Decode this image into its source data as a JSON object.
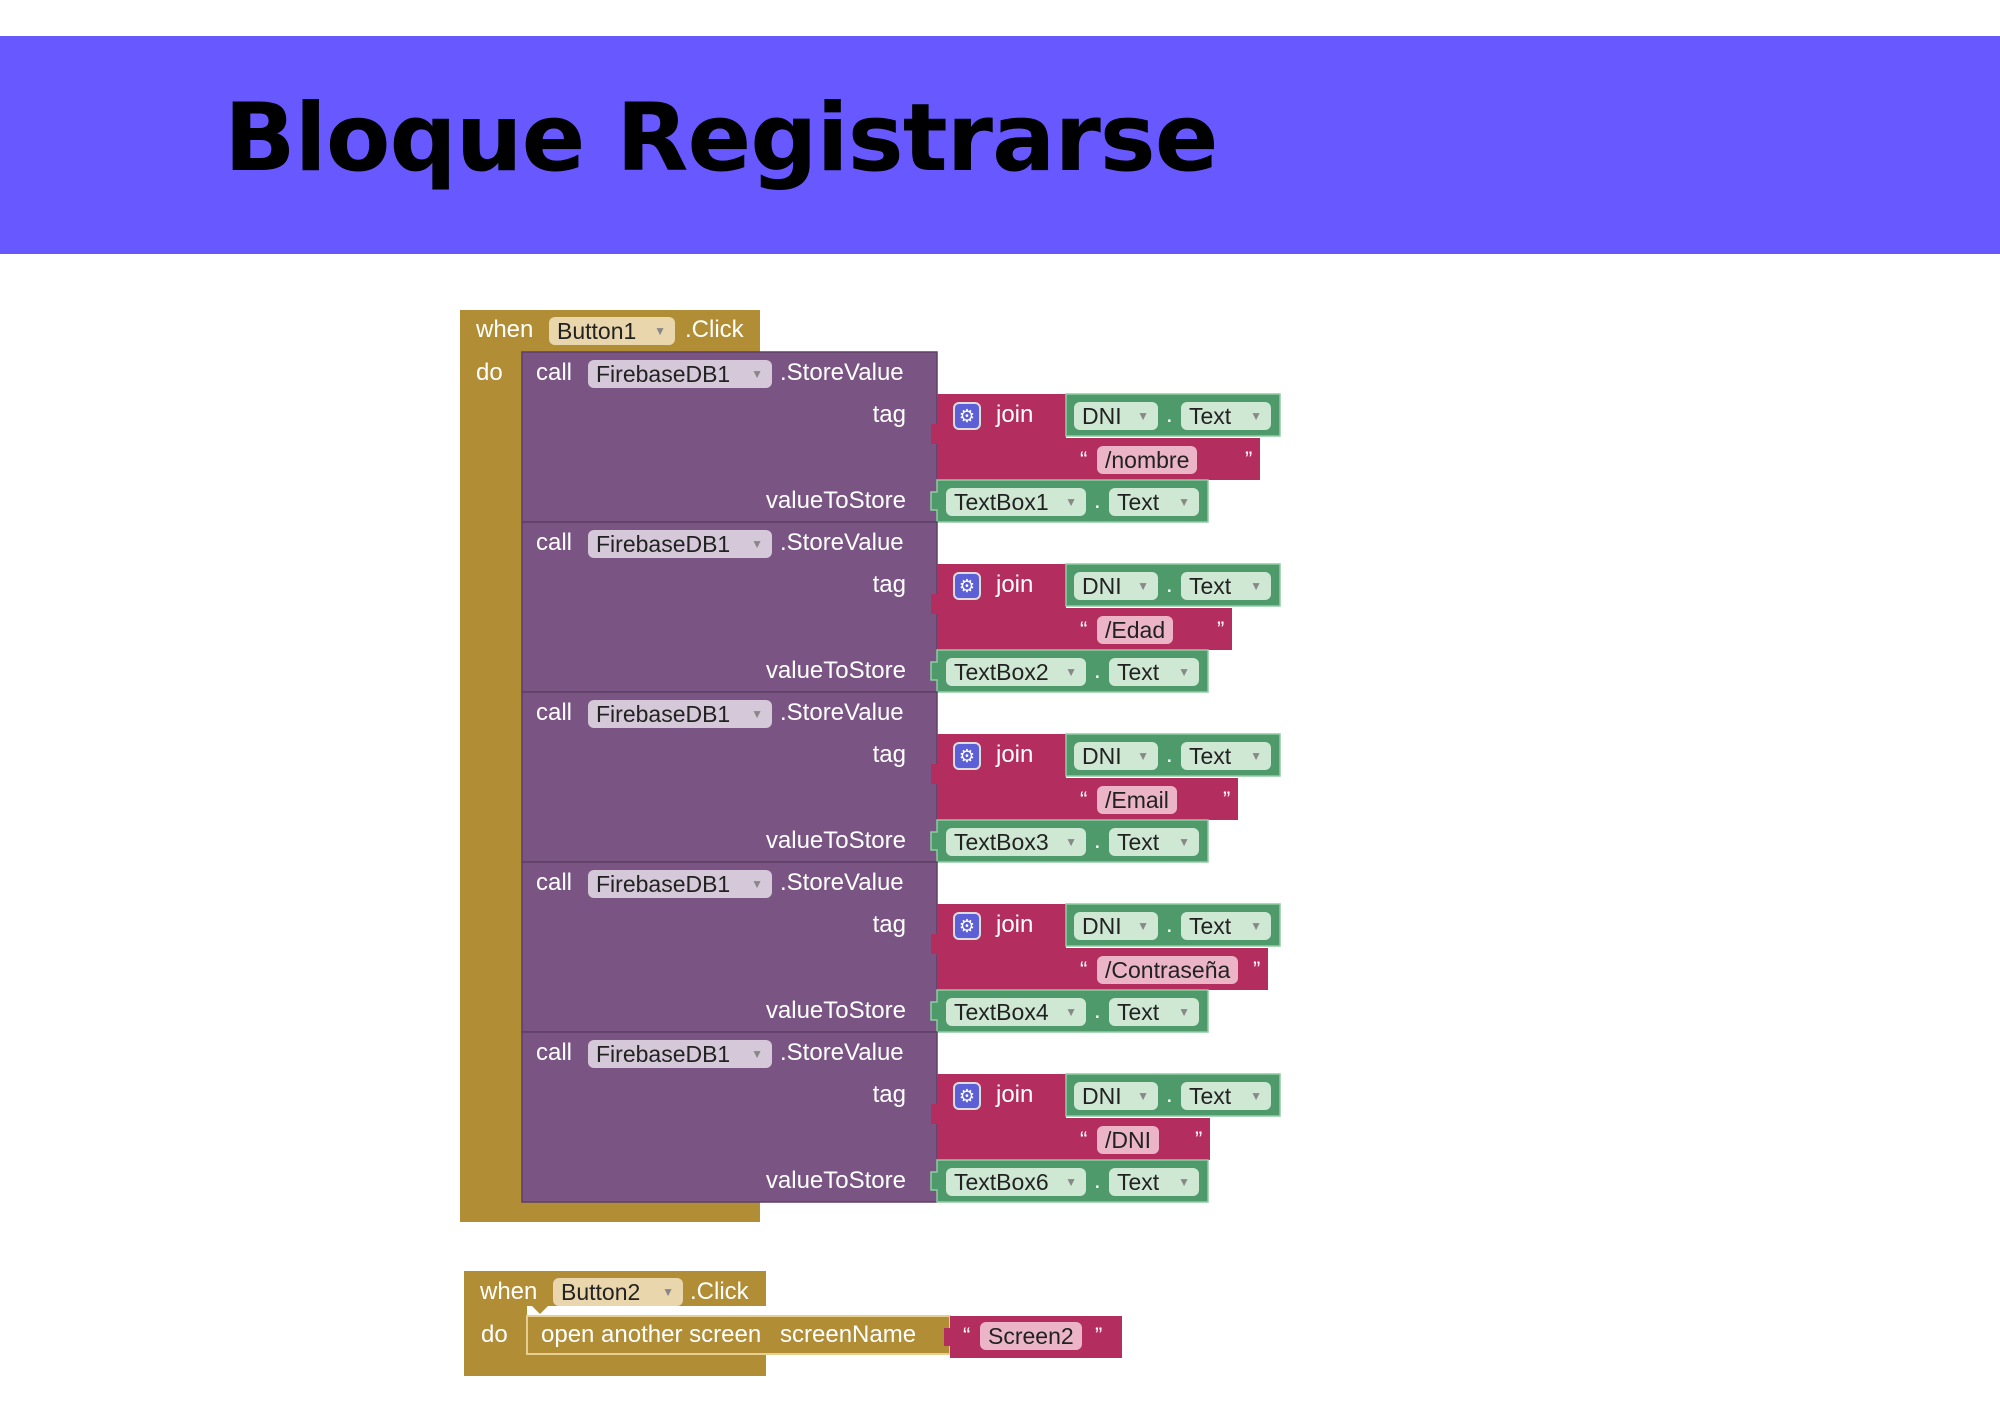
{
  "slide": {
    "title": "Bloque Registrarse"
  },
  "event1": {
    "when": "when",
    "do": "do",
    "component": "Button1",
    "event": ".Click",
    "calls": [
      {
        "call": "call",
        "component": "FirebaseDB1",
        "method": ".StoreValue",
        "tag_label": "tag",
        "join": "join",
        "dni": "DNI",
        "dni_prop": "Text",
        "dot": ".",
        "open_quote": "“",
        "close_quote": "”",
        "string": "/nombre",
        "value_label": "valueToStore",
        "textbox": "TextBox1",
        "textbox_prop": "Text"
      },
      {
        "call": "call",
        "component": "FirebaseDB1",
        "method": ".StoreValue",
        "tag_label": "tag",
        "join": "join",
        "dni": "DNI",
        "dni_prop": "Text",
        "dot": ".",
        "open_quote": "“",
        "close_quote": "”",
        "string": "/Edad",
        "value_label": "valueToStore",
        "textbox": "TextBox2",
        "textbox_prop": "Text"
      },
      {
        "call": "call",
        "component": "FirebaseDB1",
        "method": ".StoreValue",
        "tag_label": "tag",
        "join": "join",
        "dni": "DNI",
        "dni_prop": "Text",
        "dot": ".",
        "open_quote": "“",
        "close_quote": "”",
        "string": "/Email",
        "value_label": "valueToStore",
        "textbox": "TextBox3",
        "textbox_prop": "Text"
      },
      {
        "call": "call",
        "component": "FirebaseDB1",
        "method": ".StoreValue",
        "tag_label": "tag",
        "join": "join",
        "dni": "DNI",
        "dni_prop": "Text",
        "dot": ".",
        "open_quote": "“",
        "close_quote": "”",
        "string": "/Contraseña",
        "value_label": "valueToStore",
        "textbox": "TextBox4",
        "textbox_prop": "Text"
      },
      {
        "call": "call",
        "component": "FirebaseDB1",
        "method": ".StoreValue",
        "tag_label": "tag",
        "join": "join",
        "dni": "DNI",
        "dni_prop": "Text",
        "dot": ".",
        "open_quote": "“",
        "close_quote": "”",
        "string": "/DNI",
        "value_label": "valueToStore",
        "textbox": "TextBox6",
        "textbox_prop": "Text"
      }
    ]
  },
  "event2": {
    "when": "when",
    "do": "do",
    "component": "Button2",
    "event": ".Click",
    "action": "open another screen",
    "param": "screenName",
    "open_quote": "“",
    "close_quote": "”",
    "value": "Screen2"
  },
  "colors": {
    "banner": "#6759ff",
    "event_block": "#b18e35",
    "call_block": "#7a5583",
    "join_block": "#b32d5e",
    "text_prop_block": "#4e9a6b",
    "gear_icon": "#5c5fd6"
  },
  "icons": {
    "dropdown": "dropdown-arrow-icon",
    "mutator": "gear-icon"
  }
}
